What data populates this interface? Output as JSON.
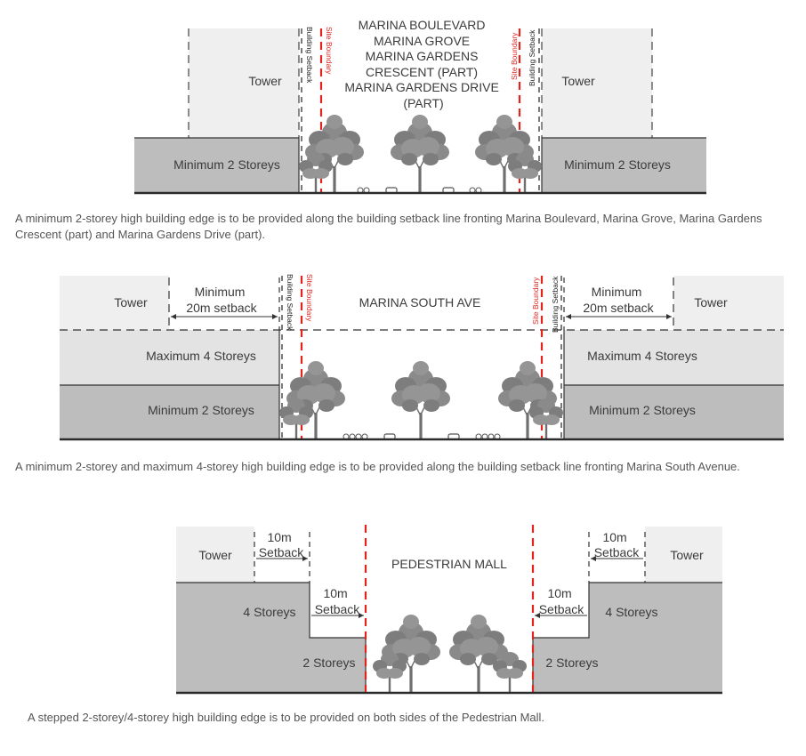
{
  "diagram1": {
    "street_lines": [
      "MARINA BOULEVARD",
      "MARINA GROVE",
      "MARINA GARDENS",
      "CRESCENT (PART)",
      "MARINA GARDENS DRIVE",
      "(PART)"
    ],
    "tower_left": "Tower",
    "tower_right": "Tower",
    "podium_left": "Minimum 2 Storeys",
    "podium_right": "Minimum 2 Storeys",
    "site_boundary_left": "Site Boundary",
    "building_setback_left": "Building Setback",
    "site_boundary_right": "Site Boundary",
    "building_setback_right": "Building Setback",
    "caption": "A minimum 2-storey high building edge is to be provided along the building setback line fronting Marina Boulevard, Marina Grove, Marina Gardens Crescent (part) and Marina Gardens Drive (part)."
  },
  "diagram2": {
    "street": "MARINA SOUTH AVE",
    "tower_left": "Tower",
    "tower_right": "Tower",
    "setback_left_line1": "Minimum",
    "setback_left_line2": "20m setback",
    "setback_right_line1": "Minimum",
    "setback_right_line2": "20m setback",
    "upper_left": "Maximum 4 Storeys",
    "upper_right": "Maximum 4 Storeys",
    "lower_left": "Minimum 2 Storeys",
    "lower_right": "Minimum 2 Storeys",
    "site_boundary_left": "Site Boundary",
    "building_setback_left": "Building Setback",
    "site_boundary_right": "Site Boundary",
    "building_setback_right": "Building Setback",
    "caption": "A minimum 2-storey and maximum 4-storey high building edge is to be provided along the building setback line fronting Marina South Avenue."
  },
  "diagram3": {
    "street": "PEDESTRIAN MALL",
    "tower_left": "Tower",
    "tower_right": "Tower",
    "upper_setback_left_line1": "10m",
    "upper_setback_left_line2": "Setback",
    "upper_setback_right_line1": "10m",
    "upper_setback_right_line2": "Setback",
    "lower_setback_left_line1": "10m",
    "lower_setback_left_line2": "Setback",
    "lower_setback_right_line1": "10m",
    "lower_setback_right_line2": "Setback",
    "four_left": "4 Storeys",
    "four_right": "4 Storeys",
    "two_left": "2 Storeys",
    "two_right": "2 Storeys",
    "caption": "A stepped 2-storey/4-storey high building edge is to be provided on both sides of the Pedestrian Mall."
  },
  "colors": {
    "tower": "#efefef",
    "podium_dark": "#bdbdbd",
    "podium_light": "#e3e3e3",
    "tree": "#8a8a8a",
    "site_boundary": "#e3231c",
    "ground": "#2b2b2b"
  }
}
